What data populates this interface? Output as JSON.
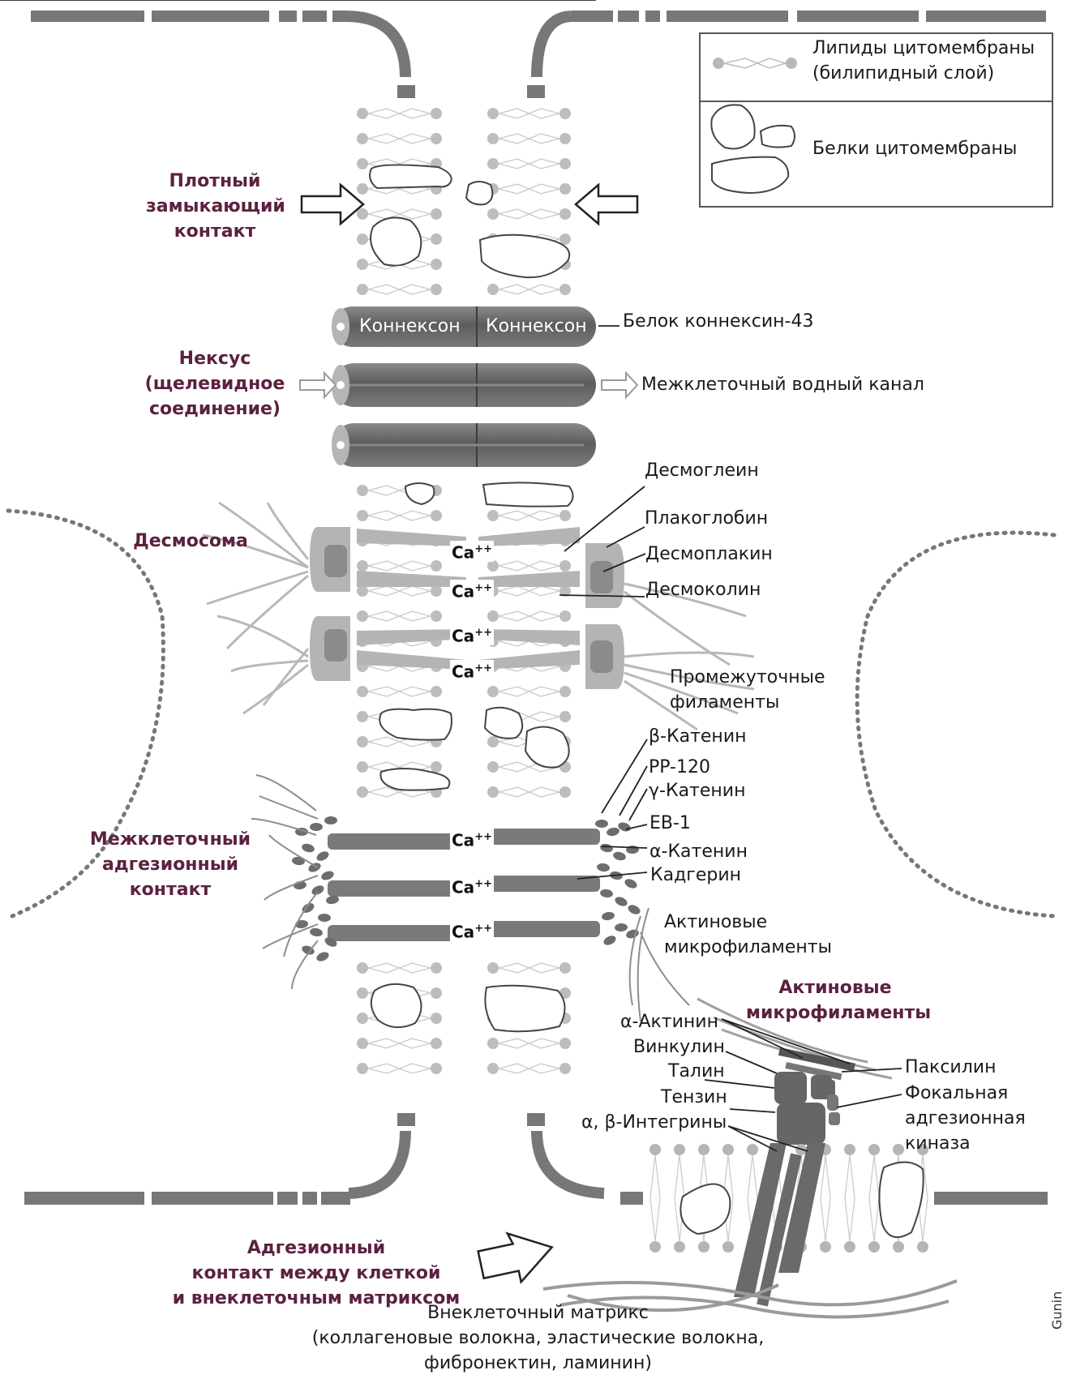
{
  "legend": {
    "lipids": "Липиды цитомембраны\n(билипидный слой)",
    "proteins": "Белки цитомембраны"
  },
  "titles": {
    "tight_junction": "Плотный\nзамыкающий\nконтакт",
    "nexus": "Нексус\n(щелевидное\nсоединение)",
    "desmosome": "Десмосома",
    "adherens": "Межклеточный\nадгезионный\nконтакт",
    "actin_title": "Актиновые\nмикрофиламенты",
    "focal": "Адгезионный\nконтакт между клеткой\nи внеклеточным матриксом"
  },
  "connexon": {
    "left": "Коннексон",
    "right": "Коннексон"
  },
  "labels": {
    "connexin": "Белок коннексин-43",
    "water_channel": "Межклеточный водный канал",
    "desmoglein": "Десмоглеин",
    "plakoglobin": "Плакоглобин",
    "desmoplakin": "Десмоплакин",
    "desmocollin": "Десмоколин",
    "intermediate": "Промежуточные\nфиламенты",
    "beta_catenin": "β-Катенин",
    "pp120": "PP-120",
    "gamma_catenin": "γ-Катенин",
    "eb1": "EB-1",
    "alpha_catenin": "α-Катенин",
    "cadherin": "Кадгерин",
    "actin_micro": "Актиновые\nмикрофиламенты",
    "alpha_actinin": "α-Актинин",
    "vinculin": "Винкулин",
    "talin": "Талин",
    "tensin": "Тензин",
    "integrins": "α, β-Интегрины",
    "paxillin": "Паксилин",
    "fak": "Фокальная\nадгезионная\nкиназа",
    "ecm": "Внеклеточный матрикс\n(коллагеновые волокна, эластические волокна,\nфибронектин, ламинин)"
  },
  "calcium": [
    "Ca",
    "Ca",
    "Ca",
    "Ca",
    "Ca",
    "Ca",
    "Ca"
  ],
  "calcium_charge": "++",
  "credit": "Gunin",
  "colors": {
    "title": "#5b2140",
    "dark": "#6e6e6e",
    "mid": "#9a9a9a",
    "light": "#c4c4c4"
  }
}
